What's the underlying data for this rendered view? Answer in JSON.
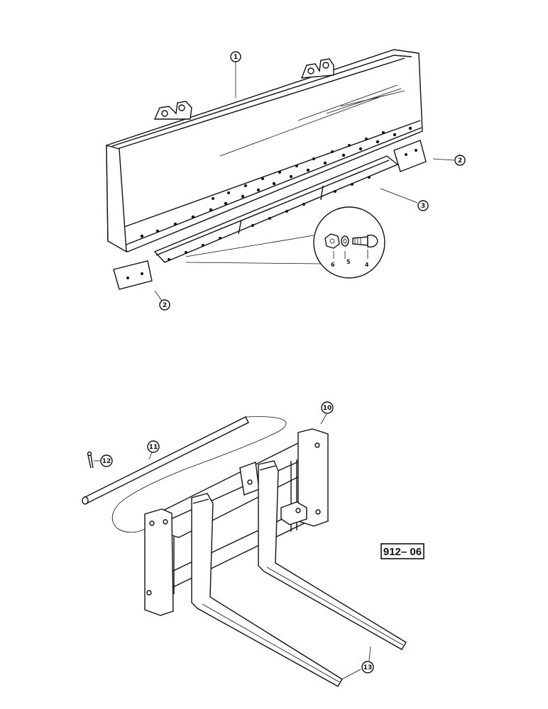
{
  "callouts": {
    "bucket": "1",
    "end_bit_right": "2",
    "end_bit_left": "2",
    "cutting_edge": "3",
    "bolt": "4",
    "washer": "5",
    "nut": "6",
    "fork_frame": "10",
    "pin": "11",
    "cotter_pin": "12",
    "fork_tine": "13"
  },
  "figure_id": "912– 06",
  "colors": {
    "ink": "#111111",
    "paper": "#ffffff"
  }
}
